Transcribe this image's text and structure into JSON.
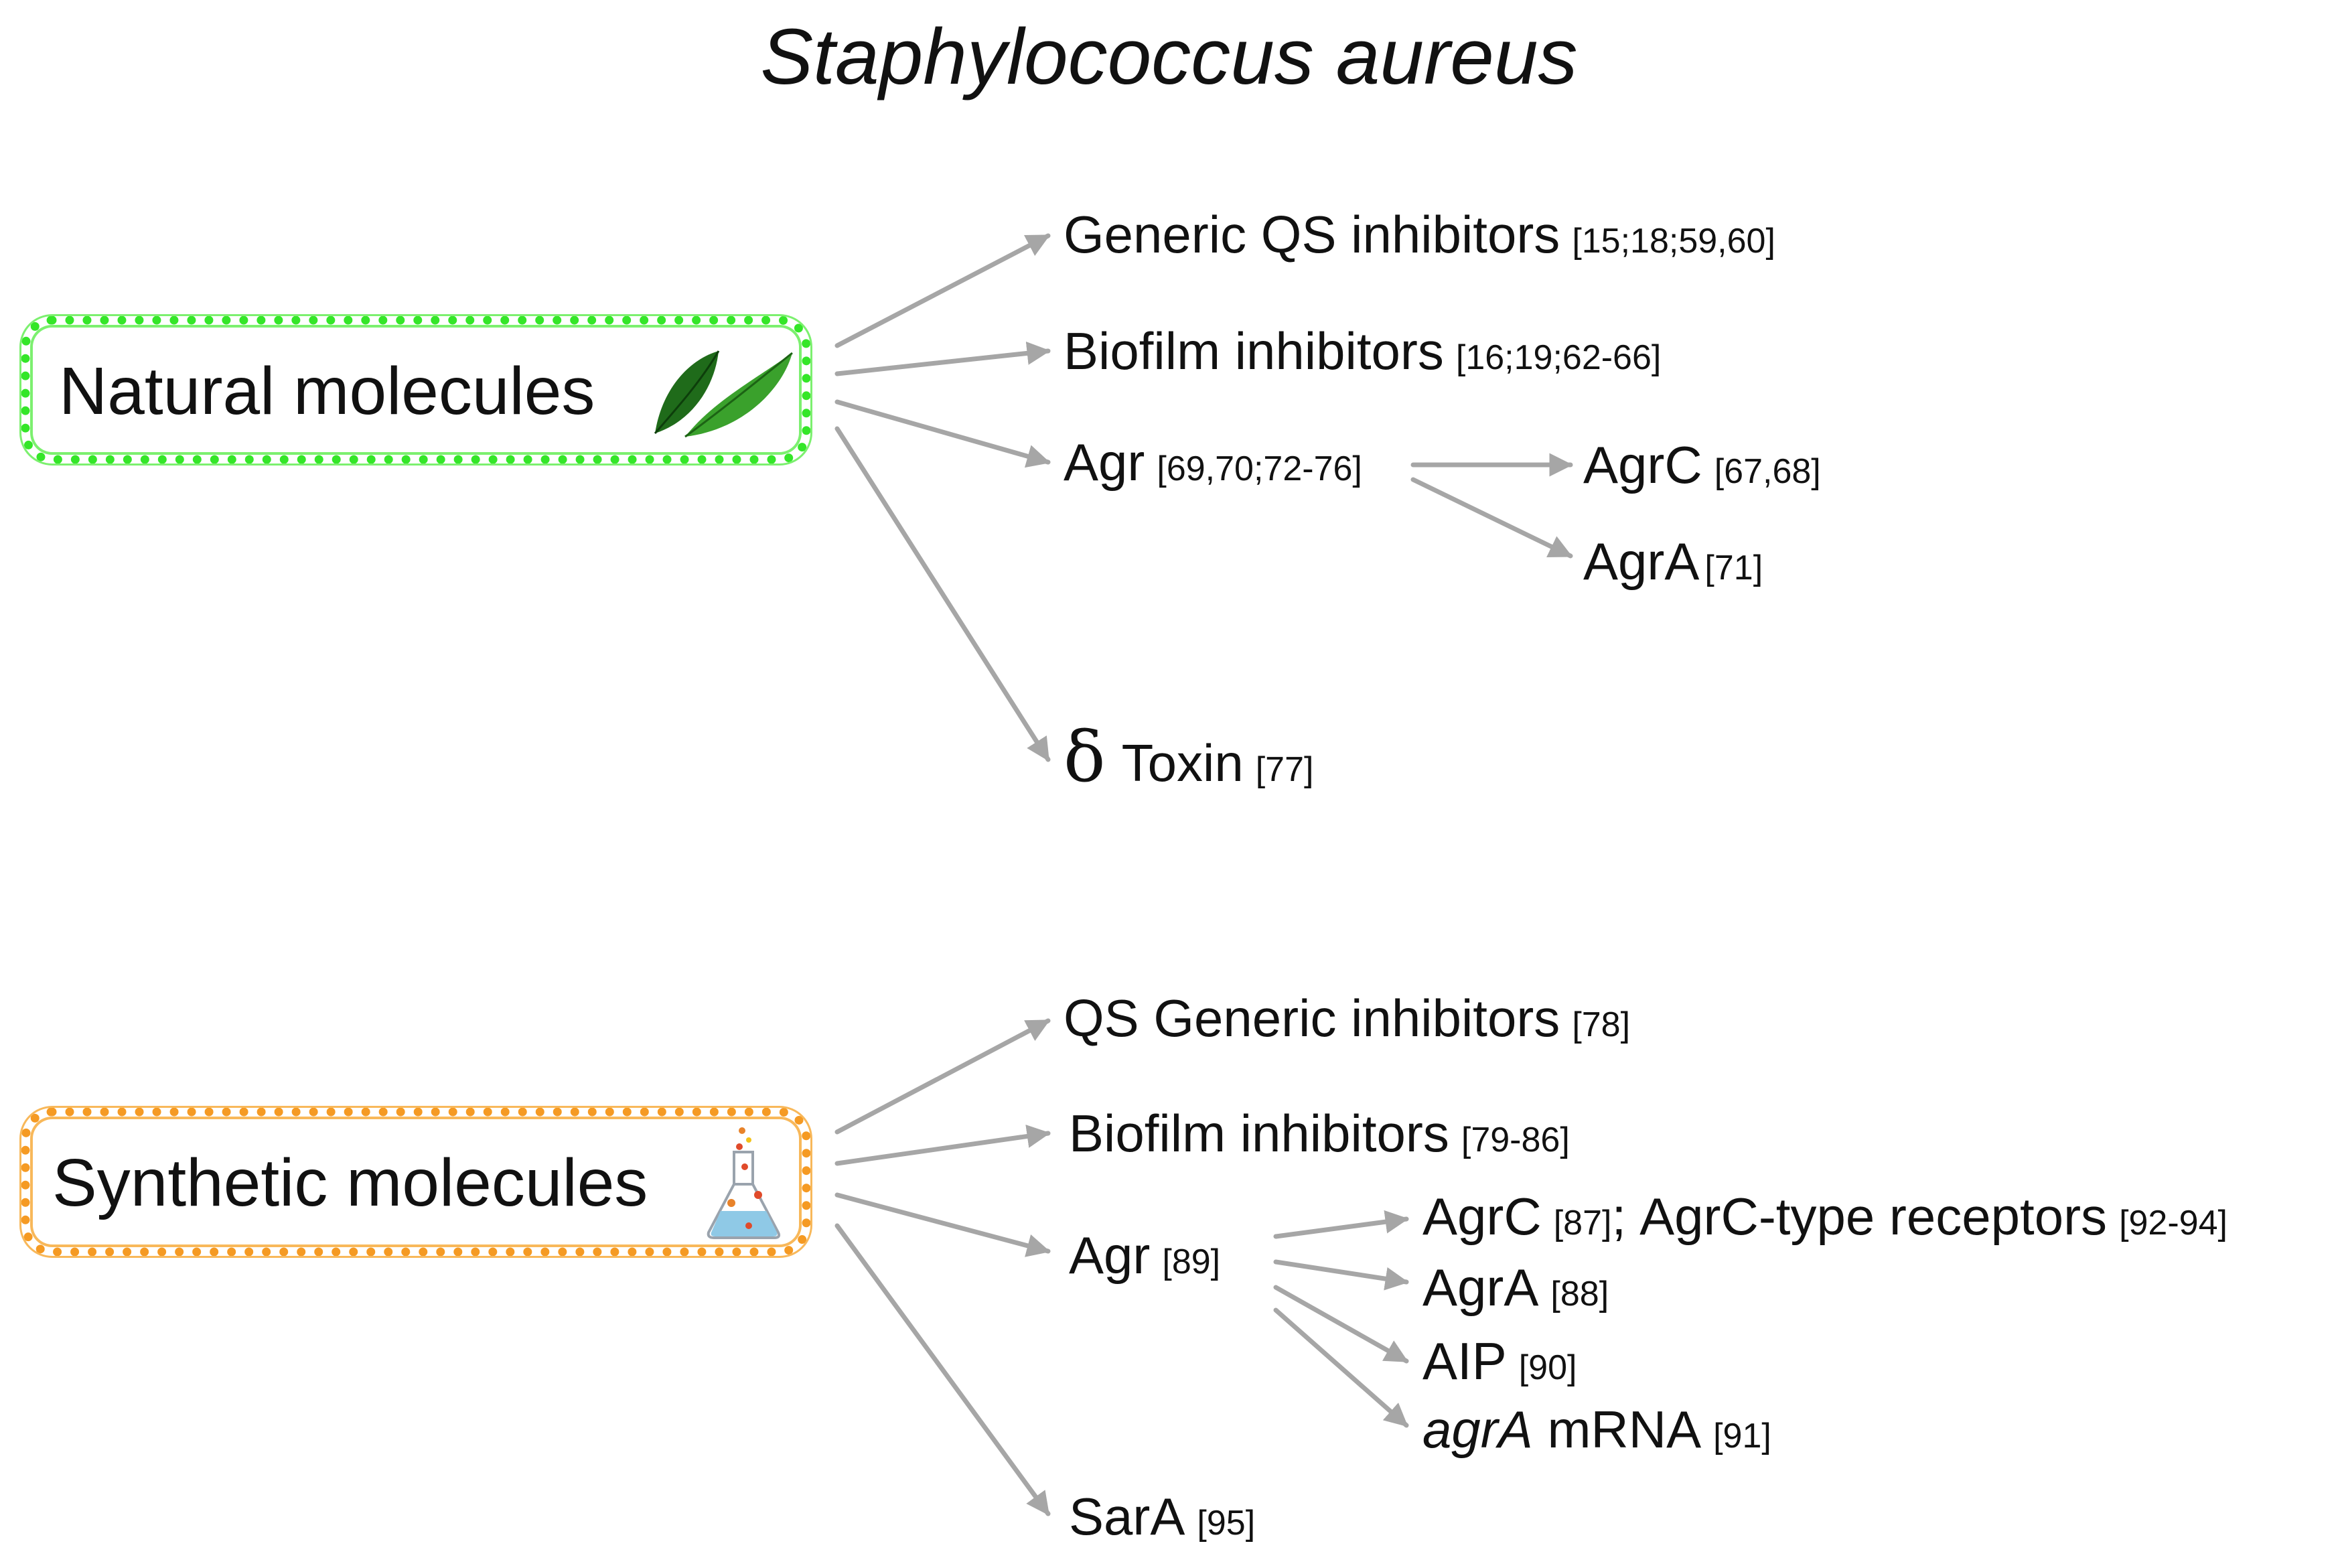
{
  "title": "Staphylococcus aureus",
  "groups": {
    "natural": {
      "label": "Natural molecules",
      "icon": "leaves-icon"
    },
    "synthetic": {
      "label": "Synthetic molecules",
      "icon": "flask-icon"
    }
  },
  "natural_targets": {
    "generic": {
      "label": "Generic QS inhibitors",
      "ref": "[15;18;59,60]"
    },
    "biofilm": {
      "label": "Biofilm inhibitors",
      "ref": "[16;19;62-66]"
    },
    "agr": {
      "label": "Agr",
      "ref": "[69,70;72-76]"
    },
    "agrc": {
      "label": "AgrC",
      "ref": "[67,68]"
    },
    "agra": {
      "label": "AgrA",
      "ref": "[71]"
    },
    "toxin": {
      "symbol": "δ",
      "label": "Toxin",
      "ref": "[77]"
    }
  },
  "synthetic_targets": {
    "generic": {
      "label": "QS Generic inhibitors",
      "ref": "[78]"
    },
    "biofilm": {
      "label": "Biofilm inhibitors",
      "ref": "[79-86]"
    },
    "agr": {
      "label": "Agr",
      "ref": "[89]"
    },
    "agrc": {
      "label": "AgrC",
      "ref": "[87]",
      "sep": ";",
      "label2": "AgrC-type receptors",
      "ref2": "[92-94]"
    },
    "agra": {
      "label": "AgrA",
      "ref": "[88]"
    },
    "aip": {
      "label": "AIP",
      "ref": "[90]"
    },
    "mrna": {
      "label_italic": "agrA",
      "label": "mRNA",
      "ref": "[91]"
    },
    "sara": {
      "label": "SarA",
      "ref": "[95]"
    }
  },
  "colors": {
    "arrow": "#a6a6a6",
    "natural_border": "#34e628",
    "synthetic_border": "#f59a23",
    "text": "#111111"
  }
}
